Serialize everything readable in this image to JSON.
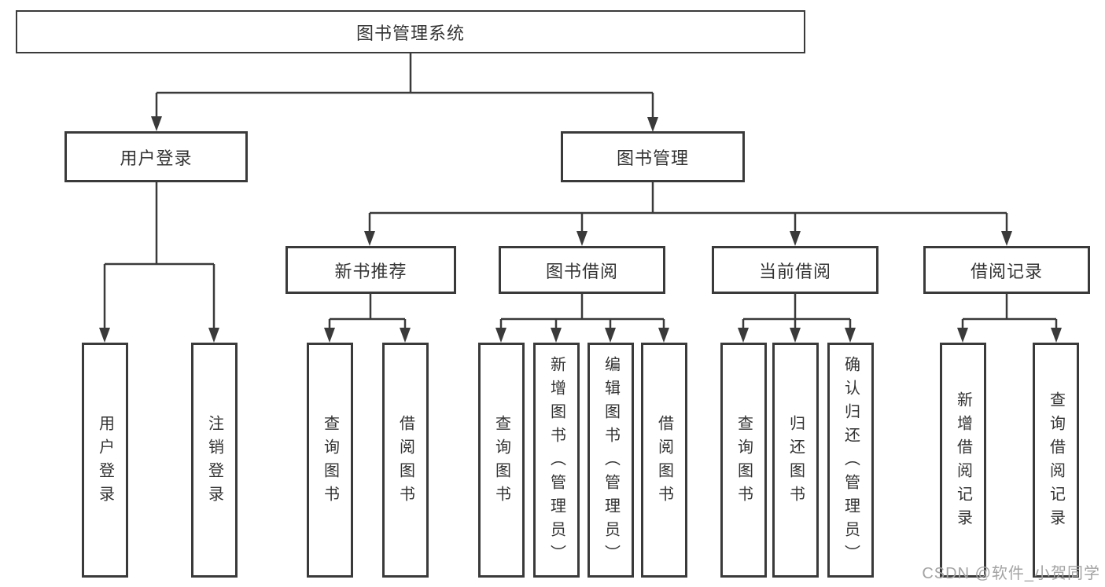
{
  "diagram": {
    "root": {
      "label": "图书管理系统"
    },
    "level2": [
      {
        "label": "用户登录"
      },
      {
        "label": "图书管理"
      }
    ],
    "level3": [
      {
        "label": "新书推荐",
        "parent": "图书管理"
      },
      {
        "label": "图书借阅",
        "parent": "图书管理"
      },
      {
        "label": "当前借阅",
        "parent": "图书管理"
      },
      {
        "label": "借阅记录",
        "parent": "图书管理"
      }
    ],
    "leaves": [
      {
        "label": "用户登录",
        "parent": "用户登录"
      },
      {
        "label": "注销登录",
        "parent": "用户登录"
      },
      {
        "label": "查询图书",
        "parent": "新书推荐"
      },
      {
        "label": "借阅图书",
        "parent": "新书推荐"
      },
      {
        "label": "查询图书",
        "parent": "图书借阅"
      },
      {
        "label": "新增图书（管理员）",
        "parent": "图书借阅"
      },
      {
        "label": "编辑图书（管理员）",
        "parent": "图书借阅"
      },
      {
        "label": "借阅图书",
        "parent": "图书借阅"
      },
      {
        "label": "查询图书",
        "parent": "当前借阅"
      },
      {
        "label": "归还图书",
        "parent": "当前借阅"
      },
      {
        "label": "确认归还（管理员）",
        "parent": "当前借阅"
      },
      {
        "label": "新增借阅记录",
        "parent": "借阅记录"
      },
      {
        "label": "查询借阅记录",
        "parent": "借阅记录"
      }
    ]
  },
  "watermark": {
    "text": "CSDN @软件_小贺同学"
  },
  "colors": {
    "line": "#3a3a3a",
    "text": "#333333",
    "watermark": "#a3a3a3",
    "background": "#ffffff"
  }
}
